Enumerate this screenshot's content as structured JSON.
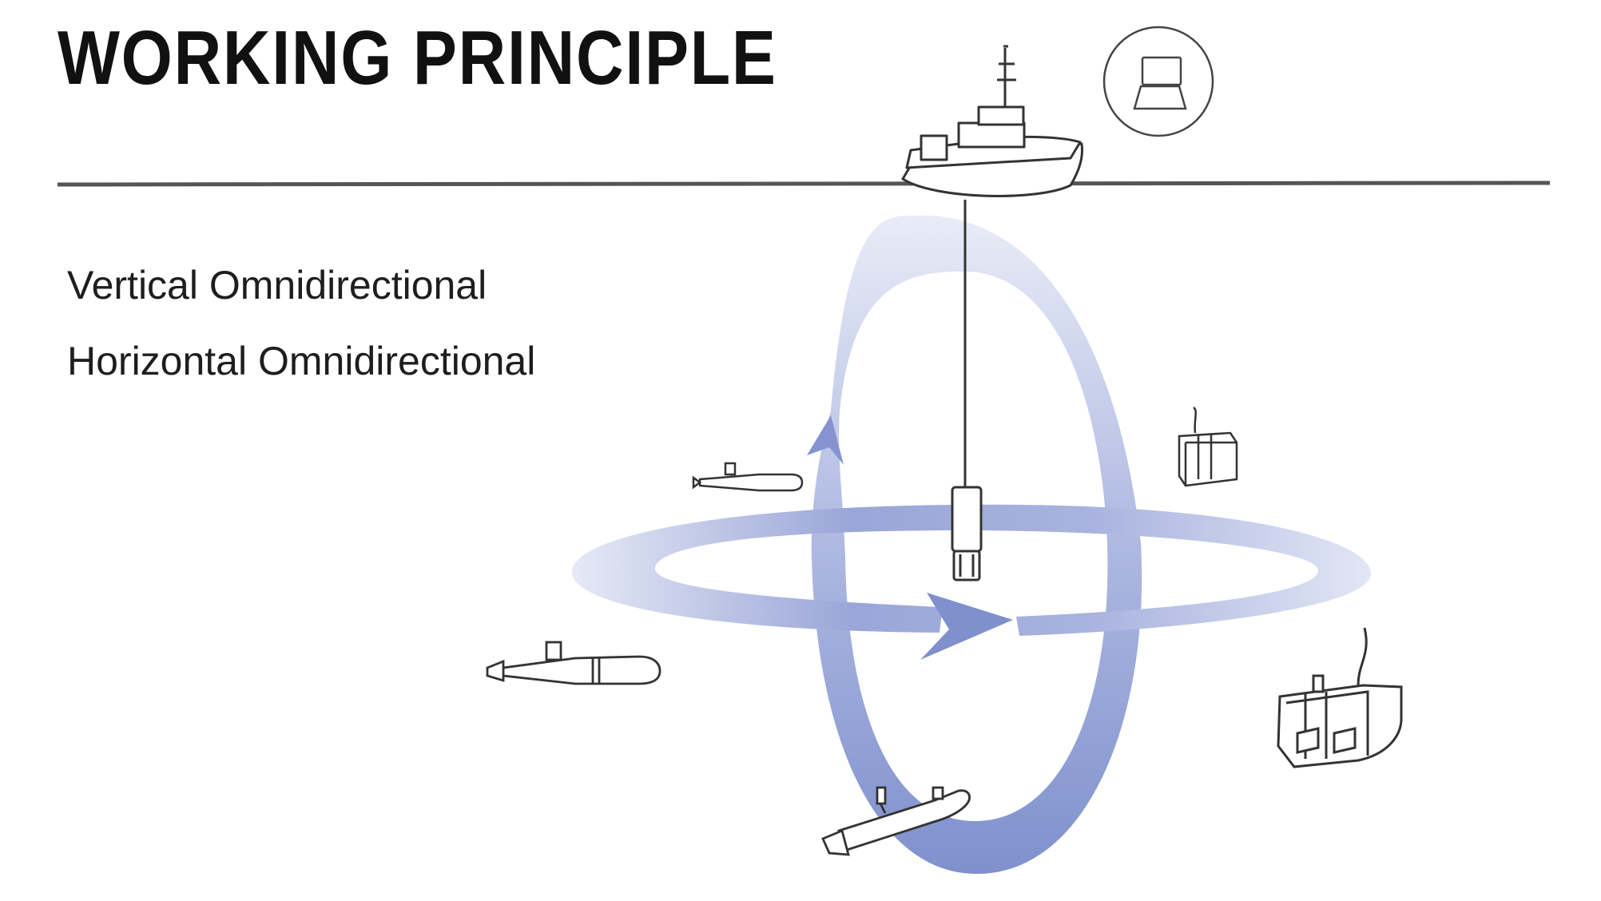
{
  "title": "WORKING PRINCIPLE",
  "modes": {
    "vertical": "Vertical Omnidirectional",
    "horizontal": "Horizontal Omnidirectional"
  },
  "colors": {
    "ring": "#7f90cd",
    "ring_fade": "#e6e9f6",
    "line": "#555555",
    "title": "#111111"
  },
  "icons": {
    "surface": [
      "ship-icon",
      "laptop-icon"
    ],
    "subsea": [
      "transponder-icon",
      "auv-icon",
      "rov-icon"
    ]
  }
}
